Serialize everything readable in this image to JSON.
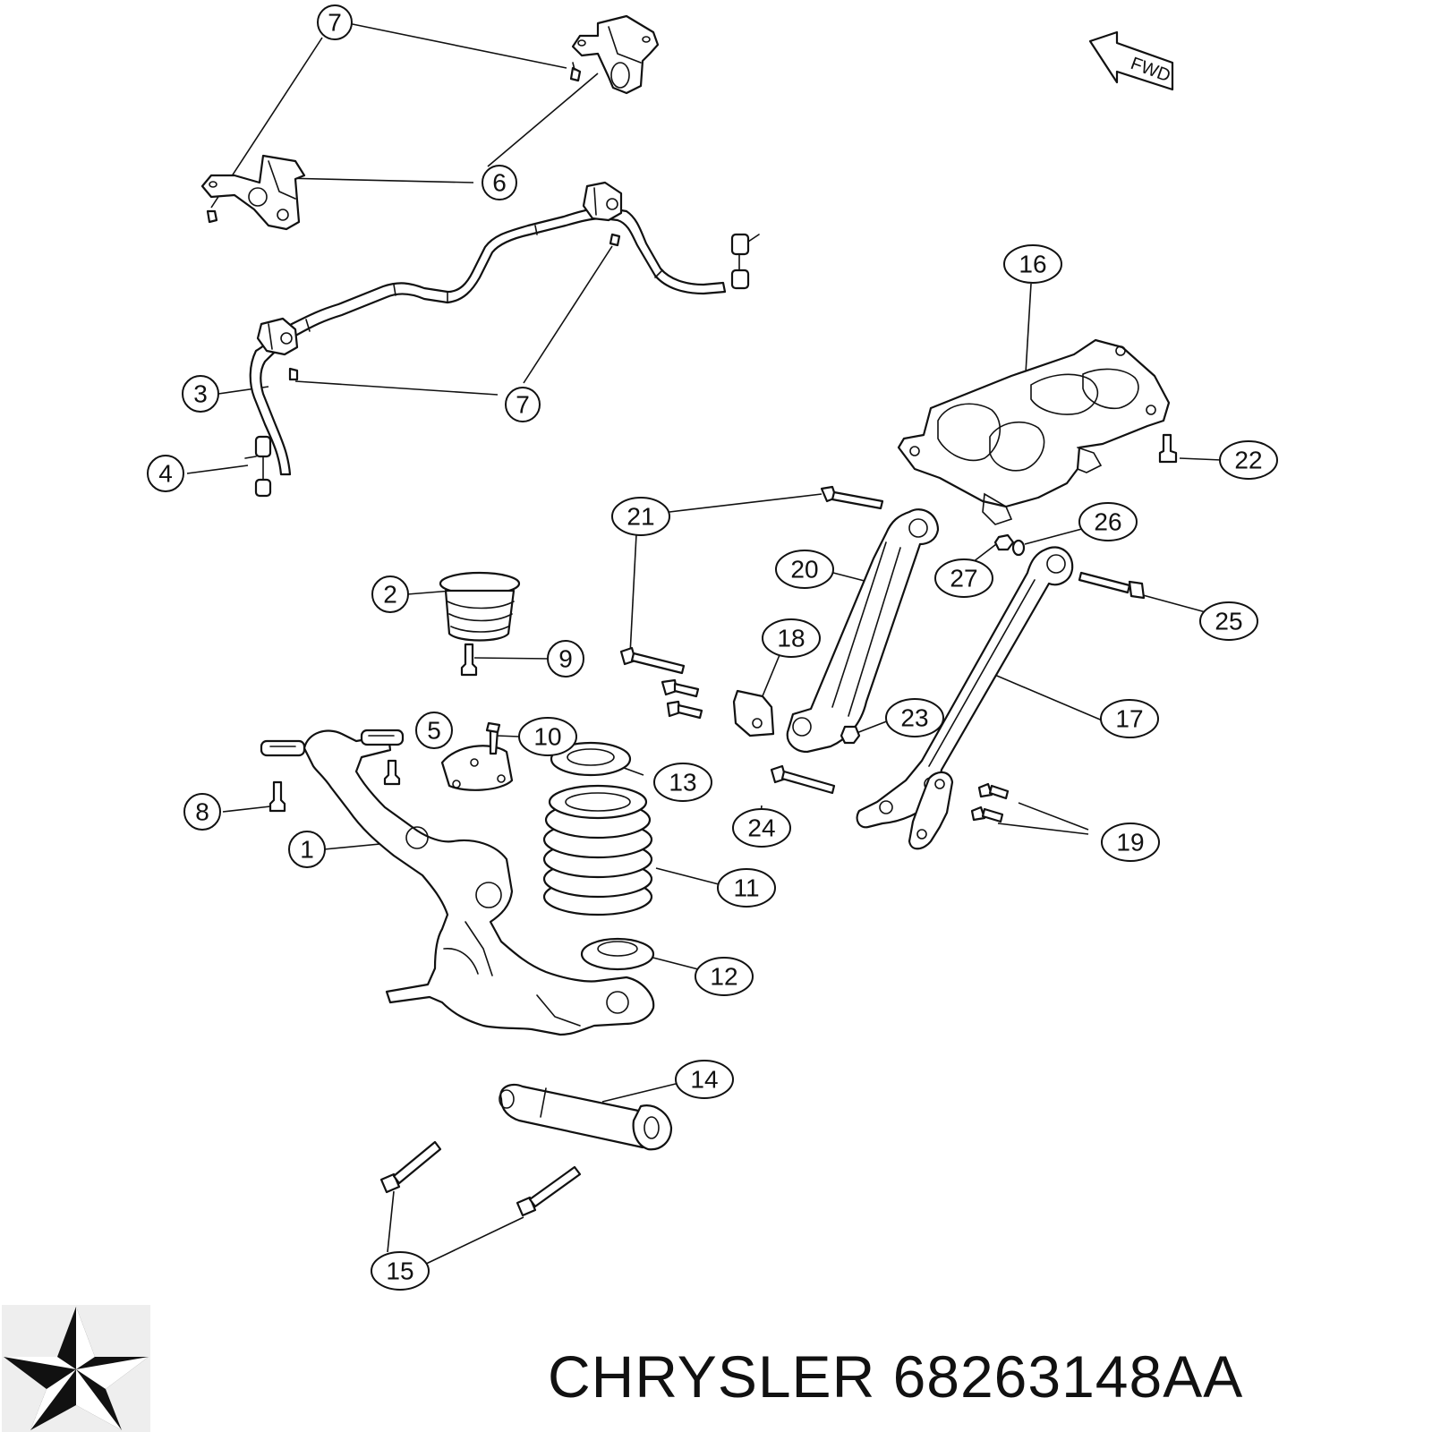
{
  "diagram": {
    "callouts": [
      {
        "id": "c7a",
        "label": "7"
      },
      {
        "id": "c6",
        "label": "6"
      },
      {
        "id": "c3",
        "label": "3"
      },
      {
        "id": "c7b",
        "label": "7"
      },
      {
        "id": "c4",
        "label": "4"
      },
      {
        "id": "c16",
        "label": "16"
      },
      {
        "id": "c22",
        "label": "22"
      },
      {
        "id": "c21",
        "label": "21"
      },
      {
        "id": "c26",
        "label": "26"
      },
      {
        "id": "c20",
        "label": "20"
      },
      {
        "id": "c27",
        "label": "27"
      },
      {
        "id": "c25",
        "label": "25"
      },
      {
        "id": "c2",
        "label": "2"
      },
      {
        "id": "c9",
        "label": "9"
      },
      {
        "id": "c18",
        "label": "18"
      },
      {
        "id": "c23",
        "label": "23"
      },
      {
        "id": "c17",
        "label": "17"
      },
      {
        "id": "c5",
        "label": "5"
      },
      {
        "id": "c10",
        "label": "10"
      },
      {
        "id": "c13",
        "label": "13"
      },
      {
        "id": "c8",
        "label": "8"
      },
      {
        "id": "c24",
        "label": "24"
      },
      {
        "id": "c19",
        "label": "19"
      },
      {
        "id": "c1",
        "label": "1"
      },
      {
        "id": "c11",
        "label": "11"
      },
      {
        "id": "c12",
        "label": "12"
      },
      {
        "id": "c14",
        "label": "14"
      },
      {
        "id": "c15",
        "label": "15"
      }
    ],
    "direction_label": "FWD"
  },
  "footer": {
    "brand_text": "CHRYSLER 68263148AA",
    "logo_icon": "pentastar-icon"
  },
  "colors": {
    "line": "#111111",
    "background": "#ffffff"
  }
}
